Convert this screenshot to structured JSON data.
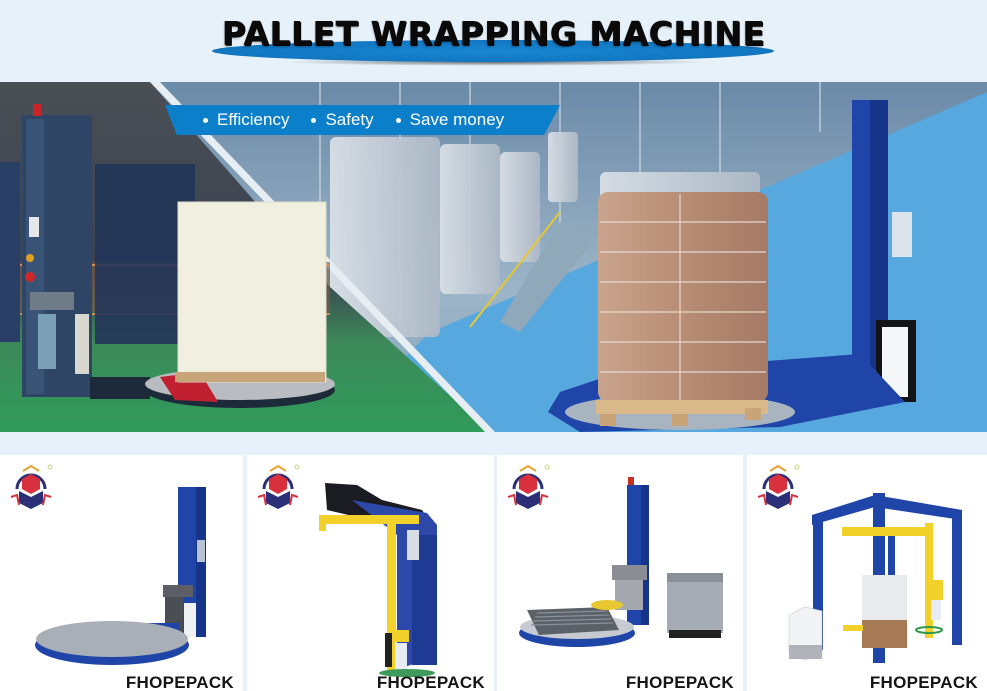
{
  "header": {
    "title": "PALLET WRAPPING MACHINE",
    "accent_color": "#1279c4"
  },
  "hero": {
    "ribbon_color": "#0c7fca",
    "features": [
      {
        "label": "Efficiency"
      },
      {
        "label": "Safety"
      },
      {
        "label": "Save money"
      }
    ],
    "panels": [
      {
        "name": "factory-turntable-wrapper-photo",
        "description": "Dark blue turntable stretch wrapper wrapping white load in factory"
      },
      {
        "name": "warehouse-wrapped-pallets-photo",
        "description": "Rows of stretch-wrapped pallets in cold storage warehouse"
      },
      {
        "name": "blue-turntable-wrapper-product",
        "description": "Blue turntable pallet wrapper with wrapped pallet of bags"
      }
    ]
  },
  "products": [
    {
      "brand": "FHOPEPACK",
      "type": "turntable-pallet-wrapper",
      "logo": "fhopepack-logo"
    },
    {
      "brand": "FHOPEPACK",
      "type": "rotary-arm-pallet-wrapper",
      "logo": "fhopepack-logo"
    },
    {
      "brand": "FHOPEPACK",
      "type": "conveyor-turntable-wrapper-with-control-cabinet",
      "logo": "fhopepack-logo"
    },
    {
      "brand": "FHOPEPACK",
      "type": "gantry-rotary-arm-wrapper",
      "logo": "fhopepack-logo"
    }
  ],
  "colors": {
    "page_background": "#e6f1f9",
    "machine_blue": "#1f45a8",
    "arm_yellow": "#f2d22a",
    "logo_red": "#d8303c",
    "logo_navy": "#2a2f78"
  }
}
